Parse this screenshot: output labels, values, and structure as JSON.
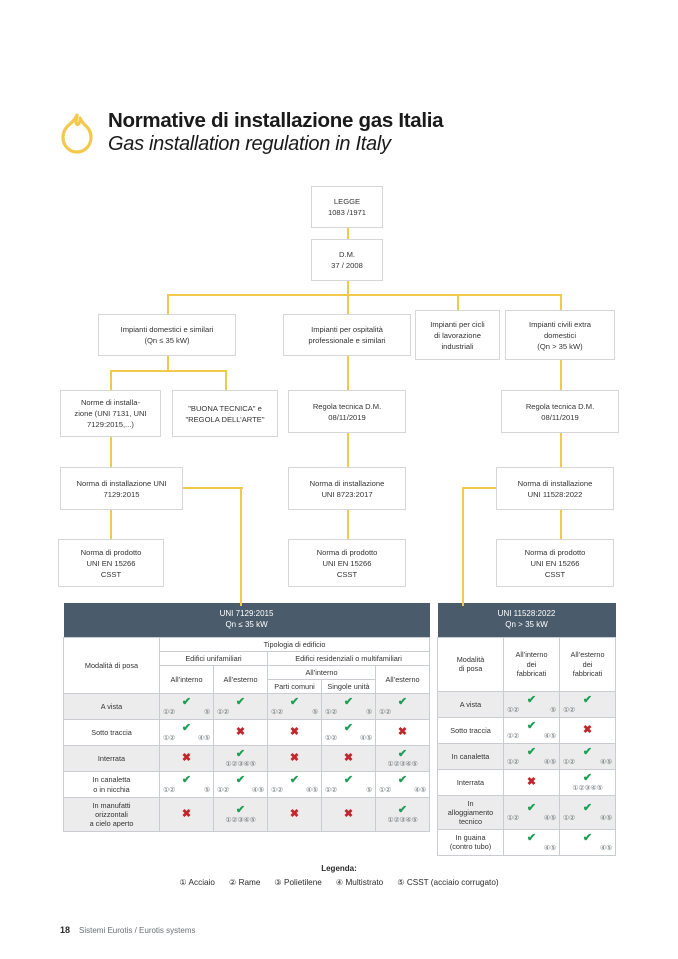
{
  "header": {
    "icon": "flame-icon",
    "title_it": "Normative di installazione gas Italia",
    "title_en": "Gas installation regulation in Italy"
  },
  "flow": {
    "nodes": [
      {
        "id": "legge",
        "lines": [
          "LEGGE",
          "1083 /1971"
        ]
      },
      {
        "id": "dm",
        "lines": [
          "D.M.",
          "37 / 2008"
        ]
      },
      {
        "id": "domestici",
        "lines": [
          "Impianti domestici e similari",
          "(Qn ≤ 35 kW)"
        ]
      },
      {
        "id": "ospitalita",
        "lines": [
          "Impianti per ospitalità",
          "professionale e similari"
        ]
      },
      {
        "id": "industriali",
        "lines": [
          "Impianti per cicli",
          "di lavorazione",
          "industriali"
        ]
      },
      {
        "id": "civili",
        "lines": [
          "Impianti civili extra",
          "domestici",
          "(Qn > 35 kW)"
        ]
      },
      {
        "id": "norme-inst",
        "lines": [
          "Norme di installa-",
          "zione (UNI 7131, UNI",
          "7129:2015,...)"
        ]
      },
      {
        "id": "buona",
        "lines": [
          "\"BUONA TECNICA\" e",
          "\"REGOLA DELL’ARTE\""
        ]
      },
      {
        "id": "regola-1",
        "lines": [
          "Regola tecnica D.M.",
          "08/11/2019"
        ]
      },
      {
        "id": "regola-2",
        "lines": [
          "Regola tecnica D.M.",
          "08/11/2019"
        ]
      },
      {
        "id": "uni7129",
        "lines": [
          "Norma di installazione UNI",
          "7129:2015"
        ]
      },
      {
        "id": "uni8723",
        "lines": [
          "Norma di installazione",
          "UNI 8723:2017"
        ]
      },
      {
        "id": "uni11528",
        "lines": [
          "Norma di installazione",
          "UNI 11528:2022"
        ]
      },
      {
        "id": "prod-1",
        "lines": [
          "Norma di prodotto",
          "UNI EN 15266",
          "CSST"
        ]
      },
      {
        "id": "prod-2",
        "lines": [
          "Norma di prodotto",
          "UNI EN 15266",
          "CSST"
        ]
      },
      {
        "id": "prod-3",
        "lines": [
          "Norma di prodotto",
          "UNI EN 15266",
          "CSST"
        ]
      }
    ]
  },
  "table_left": {
    "title": [
      "UNI 7129:2015",
      "Qn ≤ 35 kW"
    ],
    "corner_label": "Modalità di posa",
    "header_group": "Tipologia di edificio",
    "group_unifamiliari": "Edifici unifamiliari",
    "group_multifamiliari": "Edifici residenziali o multifamiliari",
    "sub_allinterno": "All’interno",
    "columns": [
      "All’interno",
      "All’esterno",
      "Parti comuni",
      "Singole unità",
      "All’esterno"
    ],
    "rows": [
      {
        "label": "A vista",
        "cells": [
          {
            "mark": "✔",
            "ok": true,
            "left": "①②",
            "right": "⑤"
          },
          {
            "mark": "✔",
            "ok": true,
            "left": "①②",
            "right": ""
          },
          {
            "mark": "✔",
            "ok": true,
            "left": "①②",
            "right": "⑤"
          },
          {
            "mark": "✔",
            "ok": true,
            "left": "①②",
            "right": "⑤"
          },
          {
            "mark": "✔",
            "ok": true,
            "left": "①②",
            "right": ""
          }
        ]
      },
      {
        "label": "Sotto traccia",
        "cells": [
          {
            "mark": "✔",
            "ok": true,
            "left": "①②",
            "right": "④⑤"
          },
          {
            "mark": "✖",
            "ok": false,
            "left": "",
            "right": ""
          },
          {
            "mark": "✖",
            "ok": false,
            "left": "",
            "right": ""
          },
          {
            "mark": "✔",
            "ok": true,
            "left": "①②",
            "right": "④⑤"
          },
          {
            "mark": "✖",
            "ok": false,
            "left": "",
            "right": ""
          }
        ]
      },
      {
        "label": "Interrata",
        "cells": [
          {
            "mark": "✖",
            "ok": false,
            "left": "",
            "right": ""
          },
          {
            "mark": "✔",
            "ok": true,
            "left": "",
            "right": "",
            "center": "①②③④⑤"
          },
          {
            "mark": "✖",
            "ok": false,
            "left": "",
            "right": ""
          },
          {
            "mark": "✖",
            "ok": false,
            "left": "",
            "right": ""
          },
          {
            "mark": "✔",
            "ok": true,
            "left": "",
            "right": "",
            "center": "①②③④⑤"
          }
        ]
      },
      {
        "label": "In canaletta\no in nicchia",
        "cells": [
          {
            "mark": "✔",
            "ok": true,
            "left": "①②",
            "right": "⑤"
          },
          {
            "mark": "✔",
            "ok": true,
            "left": "①②",
            "right": "④⑤"
          },
          {
            "mark": "✔",
            "ok": true,
            "left": "①②",
            "right": "④⑤"
          },
          {
            "mark": "✔",
            "ok": true,
            "left": "①②",
            "right": "⑤"
          },
          {
            "mark": "✔",
            "ok": true,
            "left": "①②",
            "right": "④⑤"
          }
        ]
      },
      {
        "label": "In manufatti\norizzontali\na cielo aperto",
        "cells": [
          {
            "mark": "✖",
            "ok": false,
            "left": "",
            "right": ""
          },
          {
            "mark": "✔",
            "ok": true,
            "left": "",
            "right": "",
            "center": "①②③④⑤"
          },
          {
            "mark": "✖",
            "ok": false,
            "left": "",
            "right": ""
          },
          {
            "mark": "✖",
            "ok": false,
            "left": "",
            "right": ""
          },
          {
            "mark": "✔",
            "ok": true,
            "left": "",
            "right": "",
            "center": "①②③④⑤"
          }
        ]
      }
    ]
  },
  "table_right": {
    "title": [
      "UNI 11528:2022",
      "Qn > 35 kW"
    ],
    "corner_label": "Modalità\ndi posa",
    "columns": [
      "All’interno\ndei\nfabbricati",
      "All’esterno\ndei\nfabbricati"
    ],
    "rows": [
      {
        "label": "A vista",
        "cells": [
          {
            "mark": "✔",
            "ok": true,
            "left": "①②",
            "right": "⑤"
          },
          {
            "mark": "✔",
            "ok": true,
            "left": "①②",
            "right": ""
          }
        ]
      },
      {
        "label": "Sotto traccia",
        "cells": [
          {
            "mark": "✔",
            "ok": true,
            "left": "①②",
            "right": "④⑤"
          },
          {
            "mark": "✖",
            "ok": false,
            "left": "",
            "right": ""
          }
        ]
      },
      {
        "label": "In canaletta",
        "cells": [
          {
            "mark": "✔",
            "ok": true,
            "left": "①②",
            "right": "④⑤"
          },
          {
            "mark": "✔",
            "ok": true,
            "left": "①②",
            "right": "④⑤"
          }
        ]
      },
      {
        "label": "Interrata",
        "cells": [
          {
            "mark": "✖",
            "ok": false,
            "left": "",
            "right": ""
          },
          {
            "mark": "✔",
            "ok": true,
            "left": "",
            "right": "",
            "center": "①②③④⑤"
          }
        ]
      },
      {
        "label": "In\nalloggiamento\ntecnico",
        "cells": [
          {
            "mark": "✔",
            "ok": true,
            "left": "①②",
            "right": "④⑤"
          },
          {
            "mark": "✔",
            "ok": true,
            "left": "①②",
            "right": "④⑤"
          }
        ]
      },
      {
        "label": "In guaina\n(contro tubo)",
        "cells": [
          {
            "mark": "✔",
            "ok": true,
            "left": "",
            "right": "④⑤"
          },
          {
            "mark": "✔",
            "ok": true,
            "left": "",
            "right": "④⑤"
          }
        ]
      }
    ]
  },
  "legend": {
    "title": "Legenda:",
    "items": [
      "① Acciaio",
      "② Rame",
      "③ Polietilene",
      "④ Multistrato",
      "⑤ CSST (acciaio corrugato)"
    ]
  },
  "footer": {
    "page": "18",
    "text": "Sistemi Eurotis / Eurotis systems"
  },
  "colors": {
    "connector": "#f2c94c",
    "table_header": "#4a5b6b",
    "ok": "#1f9d55",
    "no": "#c0272d",
    "zebra": "#ececec"
  }
}
